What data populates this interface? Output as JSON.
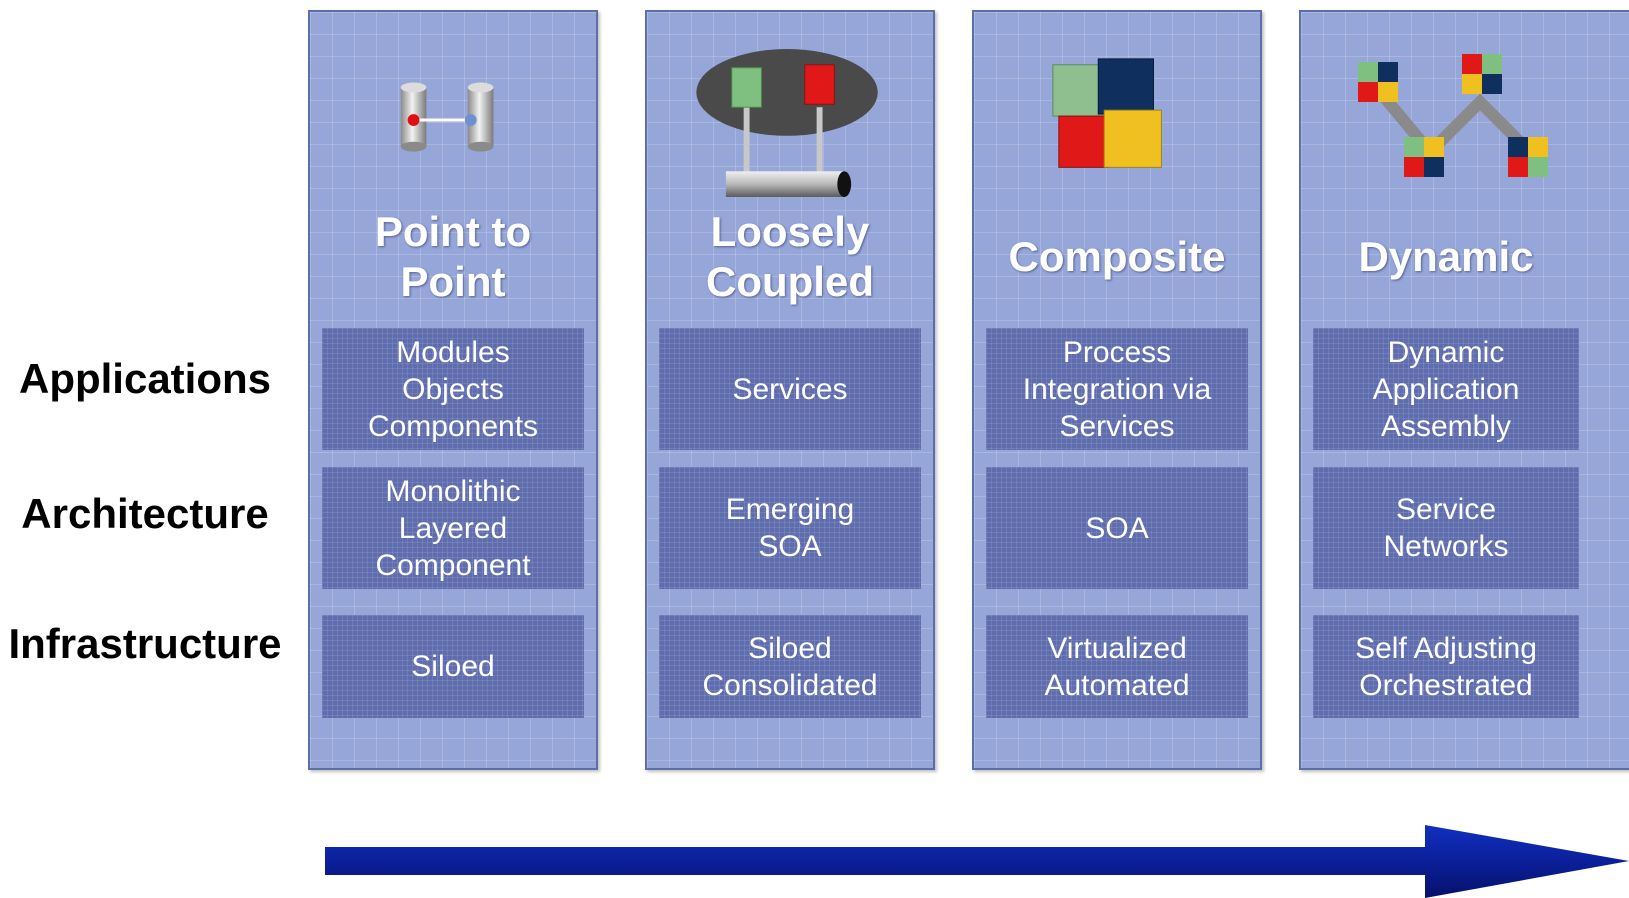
{
  "row_labels": {
    "applications": "Applications",
    "architecture": "Architecture",
    "infrastructure": "Infrastructure"
  },
  "columns": [
    {
      "title": [
        "Point to",
        "Point"
      ],
      "icon": "point-to-point-cylinders-icon",
      "applications": [
        "Modules",
        "Objects",
        "Components"
      ],
      "architecture": [
        "Monolithic",
        "Layered",
        "Component"
      ],
      "infrastructure": [
        "Siloed"
      ]
    },
    {
      "title": [
        "Loosely",
        "Coupled"
      ],
      "icon": "bus-connector-icon",
      "applications": [
        "Services"
      ],
      "architecture": [
        "Emerging",
        "SOA"
      ],
      "infrastructure": [
        "Siloed",
        "Consolidated"
      ]
    },
    {
      "title": [
        "Composite"
      ],
      "icon": "composite-blocks-icon",
      "applications": [
        "Process",
        "Integration via",
        "Services"
      ],
      "architecture": [
        "SOA"
      ],
      "infrastructure": [
        "Virtualized",
        "Automated"
      ]
    },
    {
      "title": [
        "Dynamic"
      ],
      "icon": "dynamic-chain-blocks-icon",
      "applications": [
        "Dynamic",
        "Application",
        "Assembly"
      ],
      "architecture": [
        "Service",
        "Networks"
      ],
      "infrastructure": [
        "Self Adjusting",
        "Orchestrated"
      ]
    }
  ],
  "colors": {
    "column_bg": "#96a6d8",
    "cell_bg": "#5f6dae",
    "arrow": "#0b1f9a"
  }
}
